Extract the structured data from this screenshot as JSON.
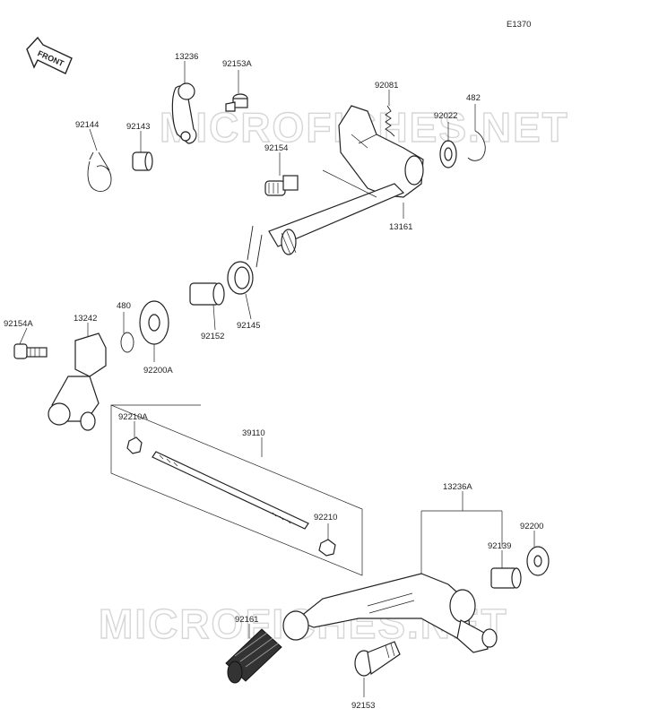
{
  "diagram": {
    "code": "E1370",
    "front_label": "FRONT",
    "watermark": "MICROFICHES.NET",
    "part_labels": {
      "p13236": "13236",
      "p92153A": "92153A",
      "p92144": "92144",
      "p92143": "92143",
      "p92081": "92081",
      "p482": "482",
      "p92022": "92022",
      "p92154": "92154",
      "p13161": "13161",
      "p92154A": "92154A",
      "p13242": "13242",
      "p480": "480",
      "p92200A": "92200A",
      "p92152": "92152",
      "p92145": "92145",
      "p92210A": "92210A",
      "p39110": "39110",
      "p92210": "92210",
      "p13236A": "13236A",
      "p92200": "92200",
      "p92139": "92139",
      "p92161": "92161",
      "p92153": "92153"
    }
  }
}
